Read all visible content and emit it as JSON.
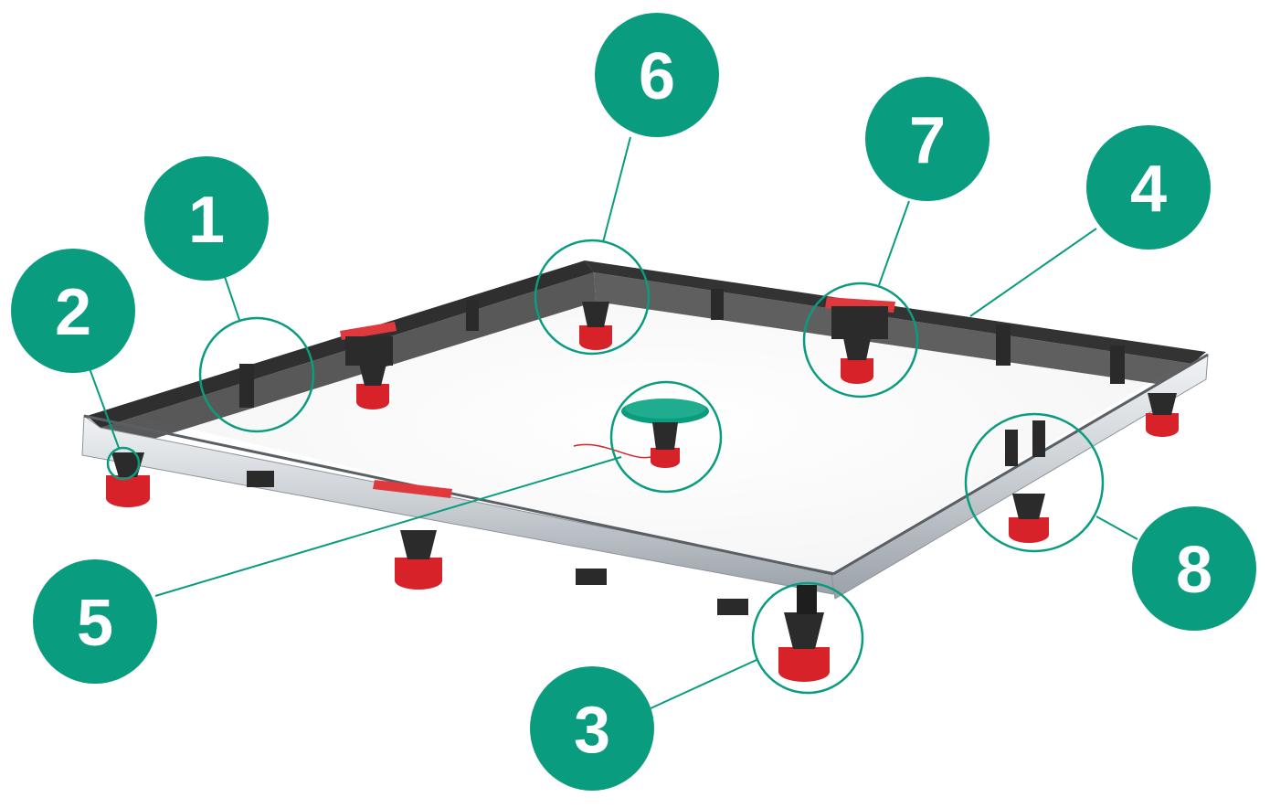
{
  "colors": {
    "badge": "#0a9c7f",
    "leader": "#0a9c7f",
    "frame_top": "#3a3a3a",
    "frame_side": "#cfd3d7",
    "foot": "#2b2b2b",
    "foot_cap": "#d8222a",
    "pad": "#e0393d"
  },
  "callouts": [
    {
      "id": "c1",
      "number": "1"
    },
    {
      "id": "c2",
      "number": "2"
    },
    {
      "id": "c3",
      "number": "3"
    },
    {
      "id": "c4",
      "number": "4"
    },
    {
      "id": "c5",
      "number": "5"
    },
    {
      "id": "c6",
      "number": "6"
    },
    {
      "id": "c7",
      "number": "7"
    },
    {
      "id": "c8",
      "number": "8"
    }
  ]
}
